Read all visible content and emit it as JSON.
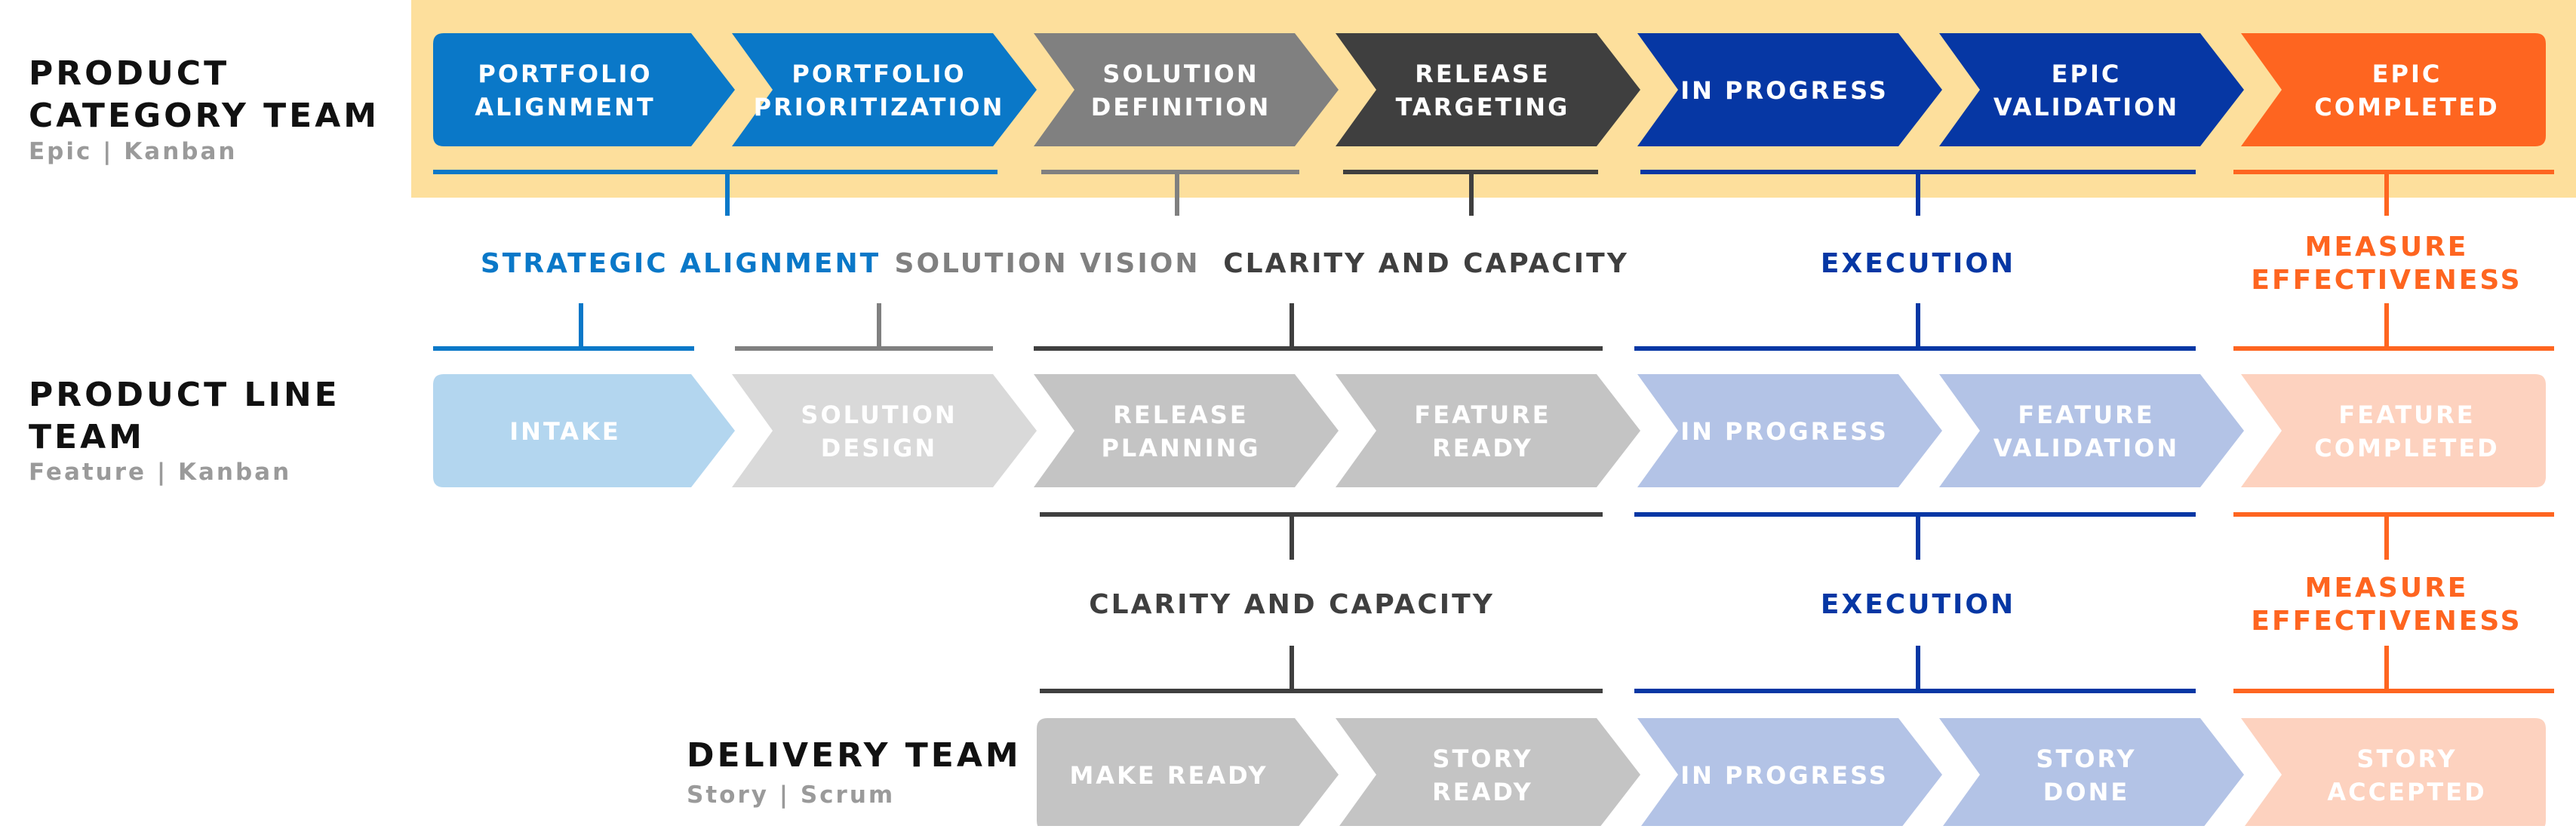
{
  "teams": {
    "product_category": {
      "name": "PRODUCT\nCATEGORY TEAM",
      "sub": "Epic | Kanban"
    },
    "product_line": {
      "name": "PRODUCT LINE\nTEAM",
      "sub": "Feature | Kanban"
    },
    "delivery": {
      "name": "DELIVERY TEAM",
      "sub": "Story | Scrum"
    }
  },
  "rows": {
    "epic": [
      {
        "label": "PORTFOLIO\nALIGNMENT",
        "color": "#0a78c8"
      },
      {
        "label": "PORTFOLIO\nPRIORITIZATION",
        "color": "#0a78c8"
      },
      {
        "label": "SOLUTION\nDEFINITION",
        "color": "#808080"
      },
      {
        "label": "RELEASE\nTARGETING",
        "color": "#3f3f3f"
      },
      {
        "label": "IN PROGRESS",
        "color": "#0637a4"
      },
      {
        "label": "EPIC\nVALIDATION",
        "color": "#0637a4"
      },
      {
        "label": "EPIC\nCOMPLETED",
        "color": "#fe6520"
      }
    ],
    "feature": [
      {
        "label": "INTAKE",
        "color": "#b3d6ef"
      },
      {
        "label": "SOLUTION\nDESIGN",
        "color": "#d9d9d9"
      },
      {
        "label": "RELEASE\nPLANNING",
        "color": "#c4c4c4"
      },
      {
        "label": "FEATURE\nREADY",
        "color": "#c4c4c4"
      },
      {
        "label": "IN PROGRESS",
        "color": "#b3c3e6"
      },
      {
        "label": "FEATURE\nVALIDATION",
        "color": "#b3c3e6"
      },
      {
        "label": "FEATURE\nCOMPLETED",
        "color": "#fdd2bf"
      }
    ],
    "story": [
      {
        "label": "MAKE READY",
        "color": "#c4c4c4"
      },
      {
        "label": "STORY\nREADY",
        "color": "#c4c4c4"
      },
      {
        "label": "IN PROGRESS",
        "color": "#b3c3e6"
      },
      {
        "label": "STORY\nDONE",
        "color": "#b3c3e6"
      },
      {
        "label": "STORY\nACCEPTED",
        "color": "#fdd2bf"
      }
    ]
  },
  "phases": {
    "row1": [
      {
        "label": "STRATEGIC ALIGNMENT",
        "color": "#0a78c8"
      },
      {
        "label": "SOLUTION VISION",
        "color": "#808080"
      },
      {
        "label": "CLARITY AND CAPACITY",
        "color": "#3f3f3f"
      },
      {
        "label": "EXECUTION",
        "color": "#0637a4"
      },
      {
        "label": "MEASURE\nEFFECTIVENESS",
        "color": "#fe6520"
      }
    ],
    "row2": [
      {
        "label": "CLARITY AND CAPACITY",
        "color": "#3f3f3f"
      },
      {
        "label": "EXECUTION",
        "color": "#0637a4"
      },
      {
        "label": "MEASURE\nEFFECTIVENESS",
        "color": "#fe6520"
      }
    ]
  },
  "colors": {
    "highlight_band": "#fddf9c",
    "feature_text": "#ffffff"
  }
}
